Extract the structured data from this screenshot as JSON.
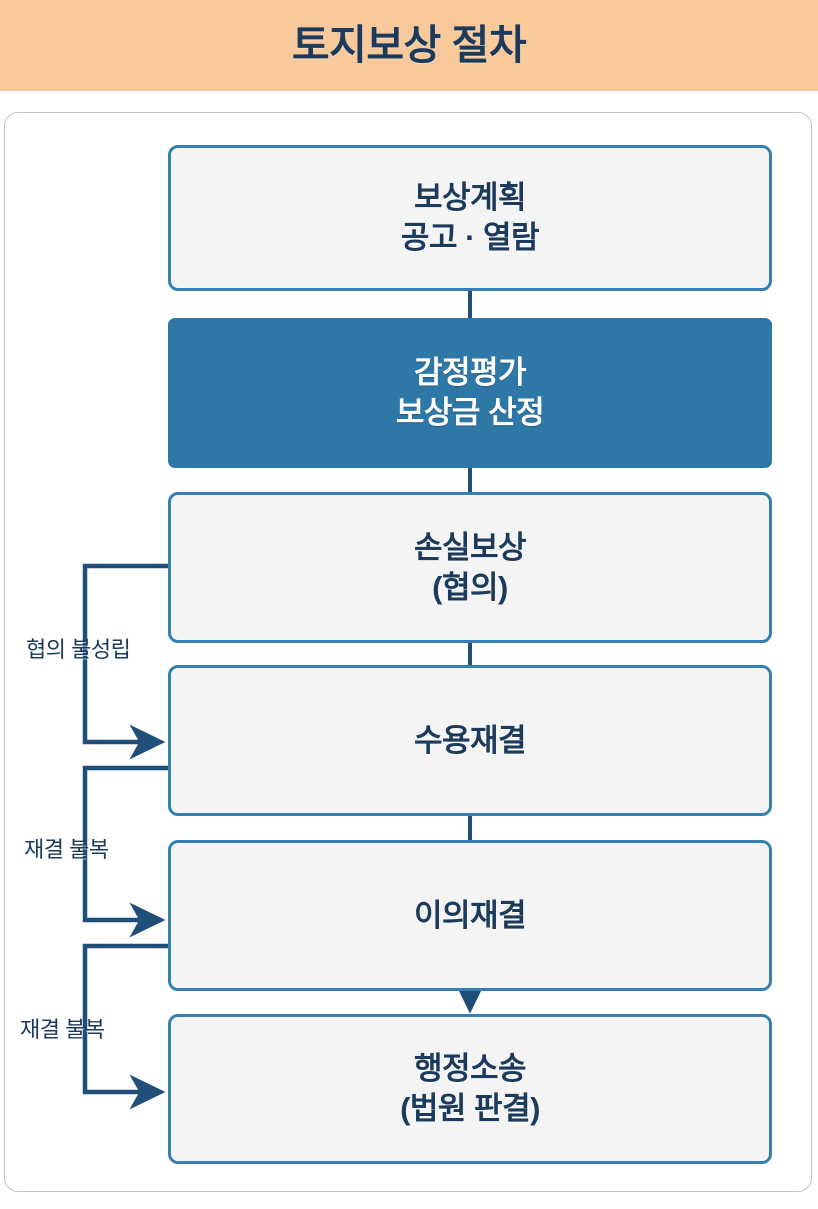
{
  "header": {
    "title": "토지보상 절차",
    "background_color": "#F8C99B",
    "title_color": "#1B3A5C"
  },
  "theme": {
    "box_border_color": "#3580B0",
    "box_fill_color": "#F4F4F4",
    "highlight_fill_color": "#2E78A8",
    "highlight_text_color": "#FFFFFF",
    "text_color": "#1B3A5C",
    "connector_color": "#1F4E79",
    "frame_border_color": "#BFBFBF"
  },
  "flow": {
    "steps": [
      {
        "id": "step-compensation-plan",
        "line1": "보상계획",
        "line2": "공고 · 열람",
        "highlight": false
      },
      {
        "id": "step-appraisal",
        "line1": "감정평가",
        "line2": "보상금 산정",
        "highlight": true
      },
      {
        "id": "step-loss-compensation",
        "line1": "손실보상",
        "line2": "(협의)",
        "highlight": false
      },
      {
        "id": "step-expropriation-ruling",
        "line1": "수용재결",
        "line2": "",
        "highlight": false
      },
      {
        "id": "step-objection-ruling",
        "line1": "이의재결",
        "line2": "",
        "highlight": false
      },
      {
        "id": "step-administrative-litigation",
        "line1": "행정소송",
        "line2": "(법원 판결)",
        "highlight": false
      }
    ],
    "loop_labels": [
      {
        "id": "loop-negotiation-failed",
        "text": "협의 불성립",
        "from": "step-loss-compensation",
        "to": "step-expropriation-ruling"
      },
      {
        "id": "loop-ruling-appeal-1",
        "text": "재결 불복",
        "from": "step-expropriation-ruling",
        "to": "step-objection-ruling"
      },
      {
        "id": "loop-ruling-appeal-2",
        "text": "재결 불복",
        "from": "step-objection-ruling",
        "to": "step-administrative-litigation"
      }
    ]
  }
}
